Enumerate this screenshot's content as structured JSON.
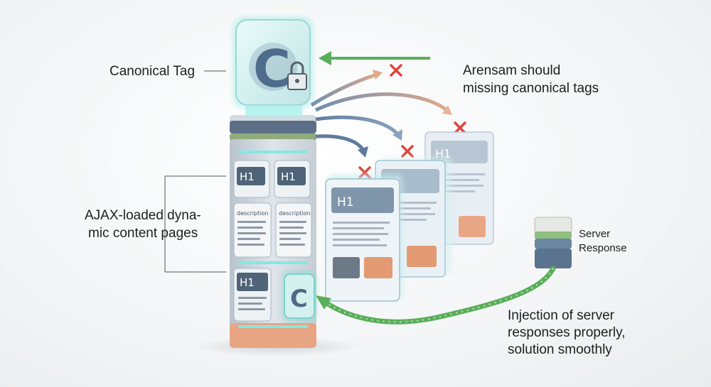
{
  "labels": {
    "canonical_tag": "Canonical Tag",
    "missing_tags_line1": "Arensam should",
    "missing_tags_line2": "missing canonical tags",
    "ajax_line1": "AJAX-loaded dyna-",
    "ajax_line2": "mic content pages",
    "server_line1": "Server",
    "server_line2": "Response",
    "injection_line1": "Injection of server",
    "injection_line2": "responses properly,",
    "injection_line3": "solution smoothly"
  },
  "tower": {
    "canonical_letter": "C",
    "h1_labels": [
      "H1",
      "H1",
      "H1"
    ],
    "description_labels": [
      "description",
      "description"
    ]
  },
  "pages": [
    {
      "heading": "H1"
    },
    {
      "heading": "H1"
    },
    {
      "heading": "H1"
    }
  ],
  "colors": {
    "accept_arrow": "#5aae5a",
    "reject_mark": "#e0453c",
    "glow": "#7fe6e0",
    "page_accent": "#e39a72",
    "tower_base": "#e7a583"
  }
}
